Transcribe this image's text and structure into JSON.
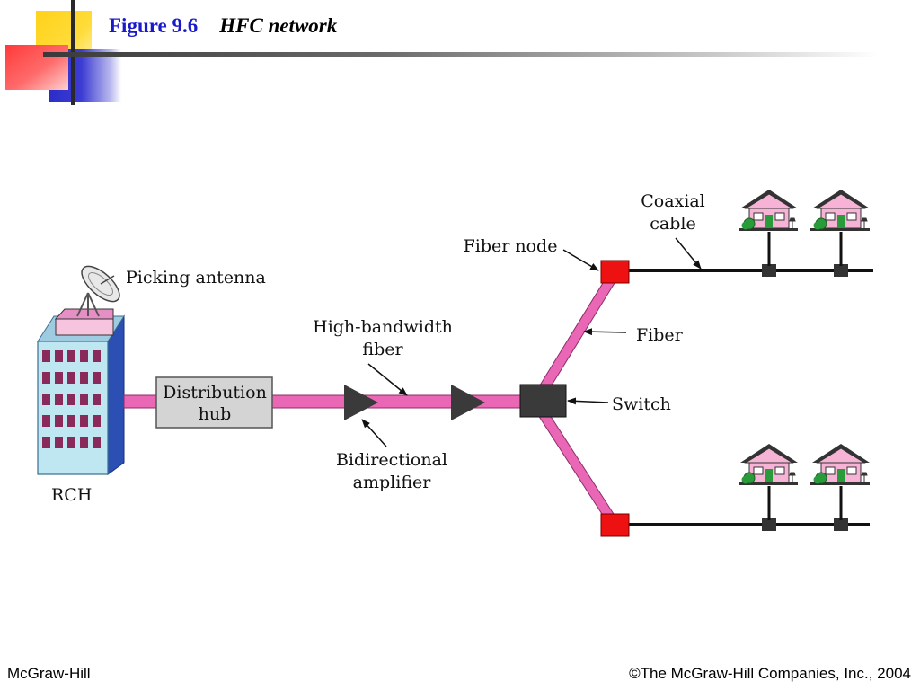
{
  "header": {
    "figure_number": "Figure 9.6",
    "figure_title": "HFC network"
  },
  "diagram": {
    "labels": {
      "picking_antenna": "Picking antenna",
      "rch": "RCH",
      "distribution_hub_line1": "Distribution",
      "distribution_hub_line2": "hub",
      "high_bandwidth_line1": "High-bandwidth",
      "high_bandwidth_line2": "fiber",
      "bidirectional_line1": "Bidirectional",
      "bidirectional_line2": "amplifier",
      "fiber_node": "Fiber node",
      "coaxial_line1": "Coaxial",
      "coaxial_line2": "cable",
      "fiber": "Fiber",
      "switch": "Switch"
    },
    "colors": {
      "fiber": "#e967b5",
      "fiber_node": "#ee1111",
      "switch": "#3a3a3a",
      "amplifier": "#3a3a3a",
      "hub_fill": "#d4d4d4",
      "building": "#bfe7f2",
      "house_roof": "#f6b3d6",
      "door": "#2a9b3a"
    }
  },
  "footer": {
    "left": "McGraw-Hill",
    "right": "©The McGraw-Hill Companies, Inc., 2004"
  }
}
